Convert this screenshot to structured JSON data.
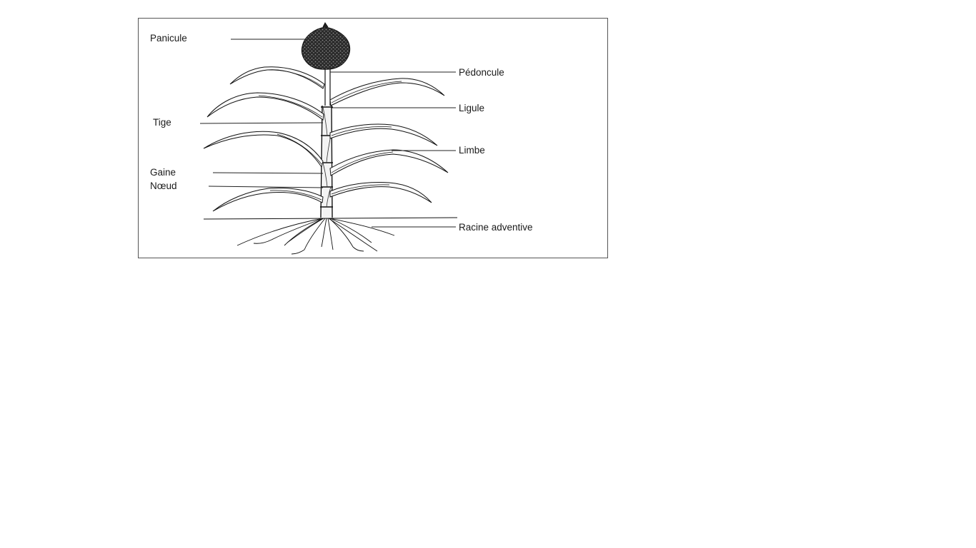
{
  "labels": {
    "panicule": "Panicule",
    "pedoncule": "Pédoncule",
    "ligule": "Ligule",
    "tige": "Tige",
    "limbe": "Limbe",
    "gaine": "Gaine",
    "noeud": "Nœud",
    "racine": "Racine adventive"
  },
  "colors": {
    "ink": "#1a1a1a",
    "frame": "#555555",
    "background": "#ffffff"
  }
}
